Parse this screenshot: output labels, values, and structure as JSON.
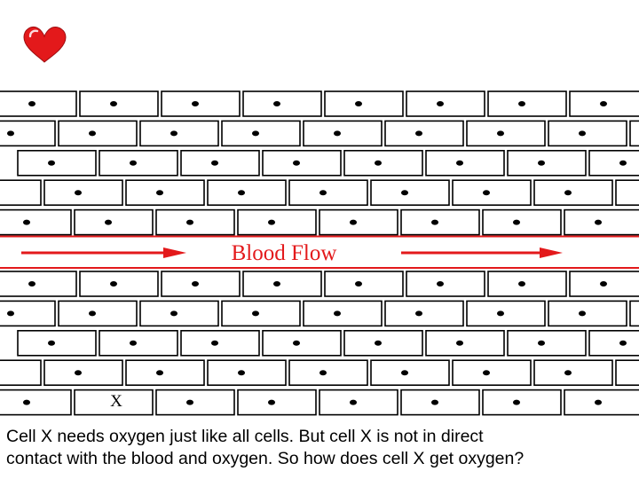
{
  "icon": {
    "name": "heart-icon",
    "color": "#e3191b"
  },
  "vessel": {
    "label": "Blood Flow",
    "color": "#e3191b"
  },
  "cell_label": "X",
  "caption": {
    "line1": "Cell X needs oxygen just like all cells. But cell X is not in direct",
    "line2": "contact with the blood and oxygen. So how does cell X get oxygen?"
  }
}
